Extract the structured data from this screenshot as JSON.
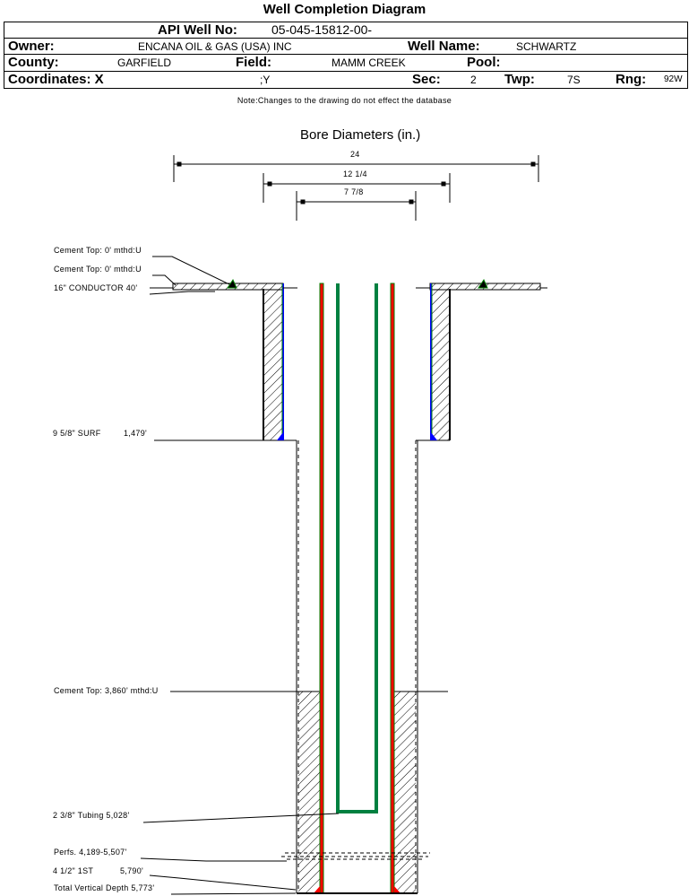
{
  "title": "Well Completion Diagram",
  "header": {
    "api_label": "API Well No:",
    "api_value": "05-045-15812-00-",
    "owner_label": "Owner:",
    "owner_value": "ENCANA OIL & GAS (USA) INC",
    "well_name_label": "Well Name:",
    "well_name_value": "SCHWARTZ",
    "county_label": "County:",
    "county_value": "GARFIELD",
    "field_label": "Field:",
    "field_value": "MAMM CREEK",
    "pool_label": "Pool:",
    "pool_value": "",
    "coords_label": "Coordinates: X",
    "coords_y": ";Y",
    "sec_label": "Sec:",
    "sec_value": "2",
    "twp_label": "Twp:",
    "twp_value": "7S",
    "rng_label": "Rng:",
    "rng_value": "92W"
  },
  "note": "Note:Changes to the drawing do not effect the database",
  "bore": {
    "title": "Bore Diameters (in.)",
    "diameters": [
      "24",
      "12 1/4",
      "7 7/8"
    ]
  },
  "annotations": {
    "cement_top_1": "Cement Top: 0' mthd:U",
    "cement_top_2": "Cement Top: 0' mthd:U",
    "conductor": "16\" CONDUCTOR  40'",
    "surf_label": "9 5/8\" SURF",
    "surf_depth": "1,479'",
    "cement_top_3": "Cement Top: 3,860' mthd:U",
    "tubing": "2 3/8\" Tubing 5,028'",
    "perfs": "Perfs. 4,189-5,507'",
    "first_string_label": "4 1/2\" 1ST",
    "first_string_depth": "5,790'",
    "tvd": "Total Vertical Depth 5,773'"
  },
  "colors": {
    "production_casing": "#ff0000",
    "casing_outline": "#008000",
    "tubing": "#008040",
    "surface_casing": "#0000ff",
    "cement_shoe": "#0000ff",
    "production_shoe": "#ff0000"
  }
}
